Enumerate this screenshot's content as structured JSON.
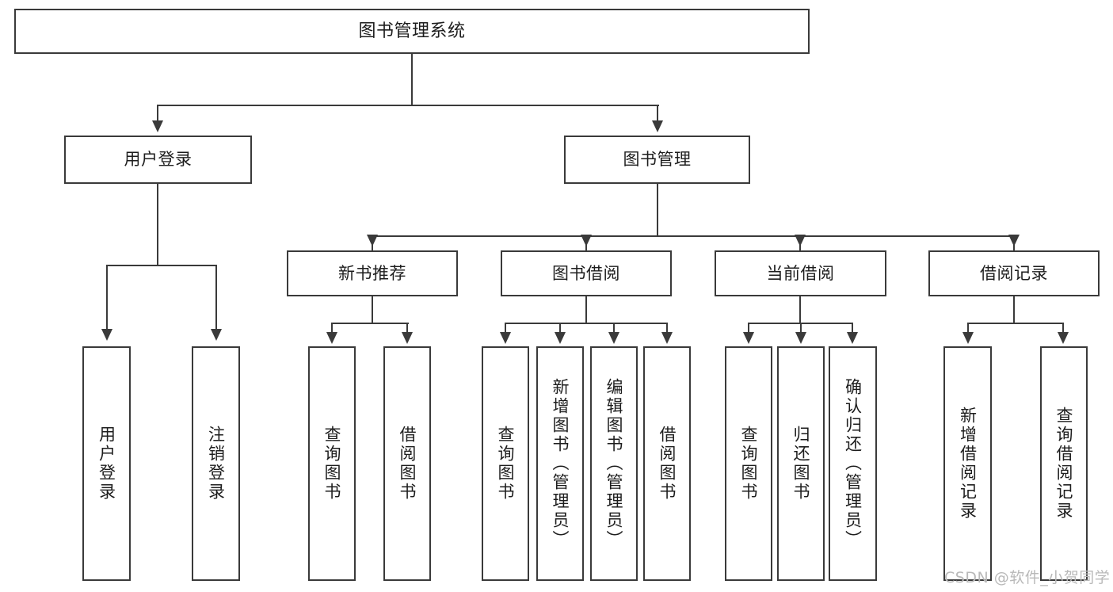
{
  "diagram": {
    "title": "图书管理系统",
    "watermark": "CSDN @软件_小贺同学",
    "root": {
      "label": "图书管理系统"
    },
    "level2": [
      {
        "label": "用户登录"
      },
      {
        "label": "图书管理"
      }
    ],
    "level3": [
      {
        "label": "新书推荐"
      },
      {
        "label": "图书借阅"
      },
      {
        "label": "当前借阅"
      },
      {
        "label": "借阅记录"
      }
    ],
    "leaves": {
      "user_login": [
        {
          "label": "用户登录"
        },
        {
          "label": "注销登录"
        }
      ],
      "new_book_recommend": [
        {
          "label": "查询图书"
        },
        {
          "label": "借阅图书"
        }
      ],
      "book_borrow": [
        {
          "label": "查询图书"
        },
        {
          "label": "新增图书（管理员）"
        },
        {
          "label": "编辑图书（管理员）"
        },
        {
          "label": "借阅图书"
        }
      ],
      "current_borrow": [
        {
          "label": "查询图书"
        },
        {
          "label": "归还图书"
        },
        {
          "label": "确认归还（管理员）"
        }
      ],
      "borrow_record": [
        {
          "label": "新增借阅记录"
        },
        {
          "label": "查询借阅记录"
        }
      ]
    },
    "colors": {
      "stroke": "#3a3a3a",
      "background": "#ffffff",
      "text": "#1d1d1d",
      "watermark": "#b9b9b9"
    }
  }
}
